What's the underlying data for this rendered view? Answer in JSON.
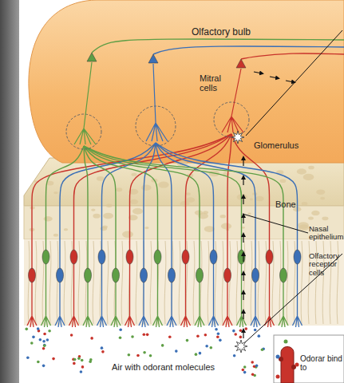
{
  "diagram": {
    "labels": [
      "Olfactory bulb",
      "Mitral cells",
      "Glomerulus",
      "Bone",
      "Nasal epithelium",
      "Olfactory receptor cells",
      "Air with odorant molecules",
      "Odorar bind to"
    ]
  }
}
